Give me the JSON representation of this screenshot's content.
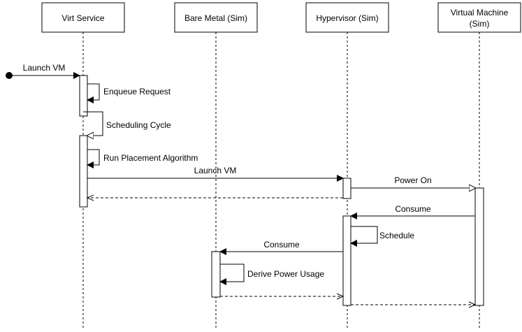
{
  "participants": {
    "virt_service": "Virt Service",
    "bare_metal": "Bare Metal (Sim)",
    "hypervisor": "Hypervisor (Sim)",
    "vm_line1": "Virtual Machine",
    "vm_line2": "(Sim)"
  },
  "messages": {
    "launch_vm_found": "Launch VM",
    "enqueue_request": "Enqueue Request",
    "scheduling_cycle": "Scheduling Cycle",
    "run_placement": "Run Placement Algorithm",
    "launch_vm": "Launch VM",
    "power_on": "Power On",
    "consume_vm": "Consume",
    "schedule": "Schedule",
    "consume_bm": "Consume",
    "derive_power": "Derive Power Usage"
  }
}
